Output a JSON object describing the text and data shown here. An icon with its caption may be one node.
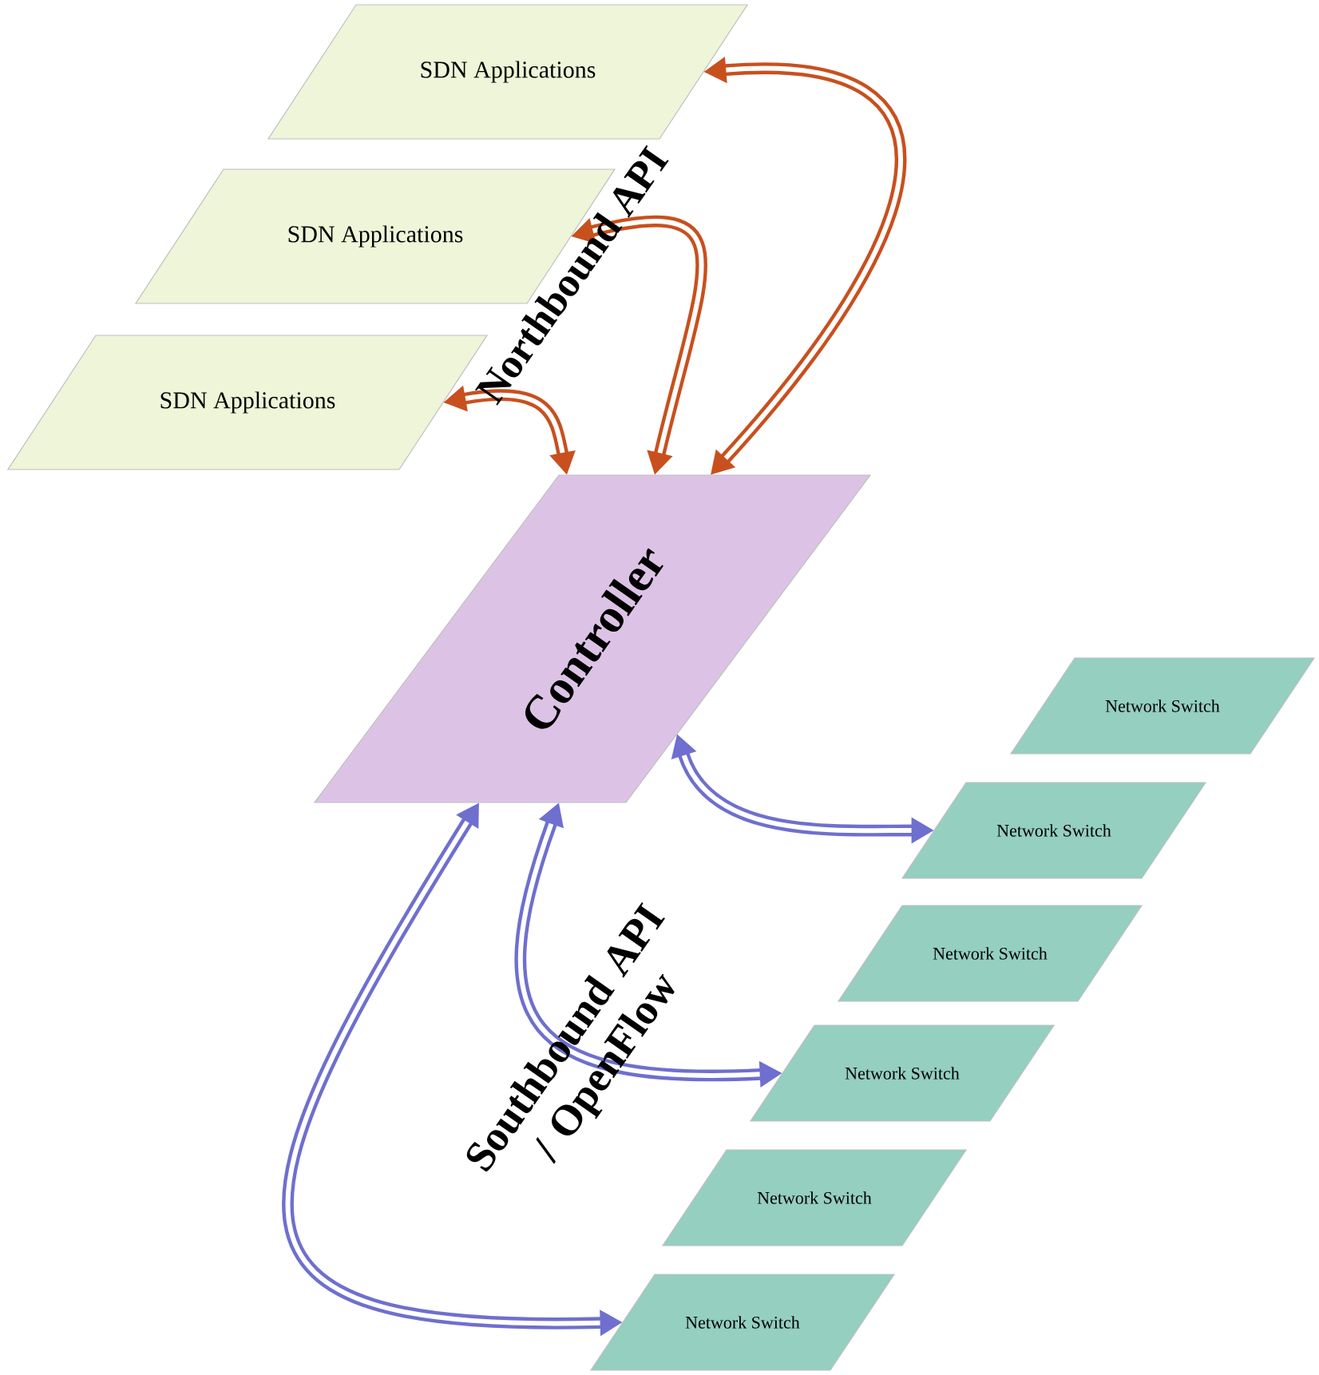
{
  "diagram": {
    "nodes": [
      {
        "text": [
          "SDN Applications"
        ]
      },
      {
        "text": [
          "SDN Applications"
        ]
      },
      {
        "text": [
          "SDN Applications"
        ]
      },
      {
        "text": [
          "Controller"
        ]
      },
      {
        "text": [
          "Network Switch"
        ]
      },
      {
        "text": [
          "Network Switch"
        ]
      },
      {
        "text": [
          "Network Switch"
        ]
      },
      {
        "text": [
          "Network Switch"
        ]
      },
      {
        "text": [
          "Network Switch"
        ]
      },
      {
        "text": [
          "Network Switch"
        ]
      }
    ],
    "edges": [
      {
        "from": 0,
        "to": 3,
        "arrow": "both",
        "color": "#c8501e"
      },
      {
        "from": 1,
        "to": 3,
        "arrow": "both",
        "color": "#c8501e"
      },
      {
        "from": 2,
        "to": 3,
        "arrow": "both",
        "color": "#c8501e"
      },
      {
        "from": 3,
        "to": 5,
        "arrow": "both",
        "color": "#6f6fcf"
      },
      {
        "from": 3,
        "to": 7,
        "arrow": "both",
        "color": "#6f6fcf"
      },
      {
        "from": 3,
        "to": 9,
        "arrow": "both",
        "color": "#6f6fcf"
      }
    ],
    "labels": [
      "Northbound API",
      "Southbound API / OpenFlow"
    ]
  }
}
